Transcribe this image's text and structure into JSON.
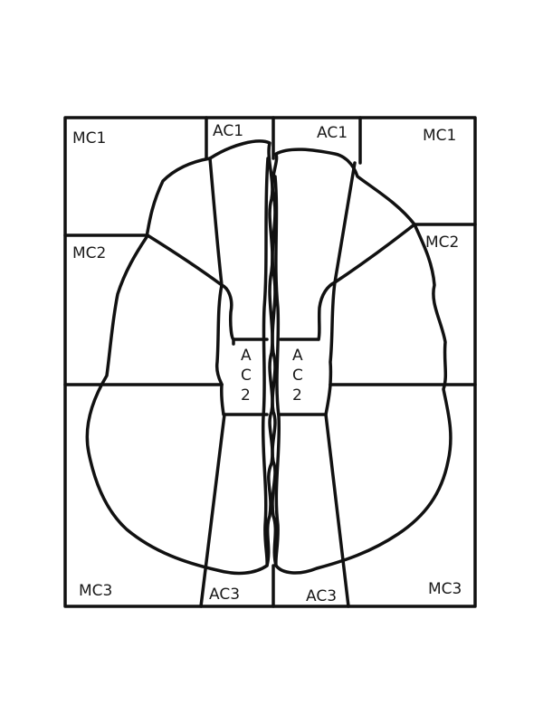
{
  "labels": {
    "mc1_left": "MC1",
    "mc1_right": "MC1",
    "ac1_left": "AC1",
    "ac1_right": "AC1",
    "mc2_left": "MC2",
    "mc2_right": "MC2",
    "ac2_left_a": "A",
    "ac2_left_c": "C",
    "ac2_left_n": "2",
    "ac2_right_a": "A",
    "ac2_right_c": "C",
    "ac2_right_n": "2",
    "mc3_left": "MC3",
    "mc3_right": "MC3",
    "ac3_left": "AC3",
    "ac3_right": "AC3"
  }
}
